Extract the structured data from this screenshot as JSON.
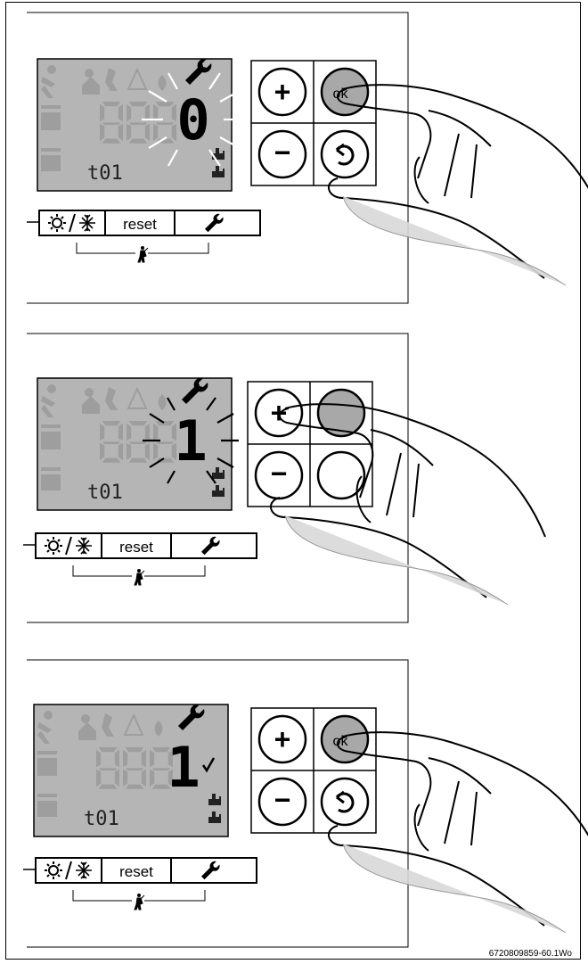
{
  "panels": [
    {
      "lcd_label": "t01",
      "digit": "0",
      "blinking": true,
      "confirmed": false,
      "pressed_button": "ok"
    },
    {
      "lcd_label": "t01",
      "digit": "1",
      "blinking": true,
      "confirmed": false,
      "pressed_button": "plus"
    },
    {
      "lcd_label": "t01",
      "digit": "1",
      "blinking": false,
      "confirmed": true,
      "pressed_button": "ok"
    }
  ],
  "bar": {
    "reset_label": "reset"
  },
  "keypad": {
    "plus": "+",
    "minus": "−",
    "ok": "ok"
  },
  "figure_code": "6720809859-60.1Wo",
  "colors": {
    "lcd": "#b5b5b5",
    "ok_button": "#a8a8a8",
    "ink": "#000000"
  },
  "icons": [
    "sun-snowflake-icon",
    "wrench-icon",
    "chimney-sweep-icon",
    "back-arrow-icon",
    "ok-power-icon",
    "check-mark-icon"
  ]
}
